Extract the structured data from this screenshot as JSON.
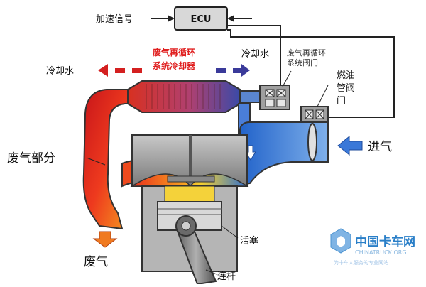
{
  "diagram": {
    "ecu": "ECU",
    "accel_signal": "加速信号",
    "egr_cooler_line1": "废气再循环",
    "egr_cooler_line2": "系统冷却器",
    "coolant_left": "冷却水",
    "coolant_right": "冷却水",
    "egr_valve_line1": "废气再循环",
    "egr_valve_line2": "系统阀门",
    "throttle_line1": "燃油",
    "throttle_line2": "管阀",
    "throttle_line3": "门",
    "intake": "进气",
    "exhaust_section": "废气部分",
    "exhaust": "废气",
    "piston": "活塞",
    "con_rod": "连杆"
  },
  "watermark": {
    "cn": "中国卡车网",
    "en": "CHINATRUCK.ORG",
    "sub": "为卡车人服务的专业网站"
  },
  "colors": {
    "exhaust_red": "#e83a1a",
    "intake_blue": "#2f6fd0",
    "coolant_arrow_red": "#d42020",
    "coolant_arrow_blue": "#3a3a9a",
    "engine_gray": "#9a9a9a",
    "ecu_fill": "#d8d8d8"
  }
}
